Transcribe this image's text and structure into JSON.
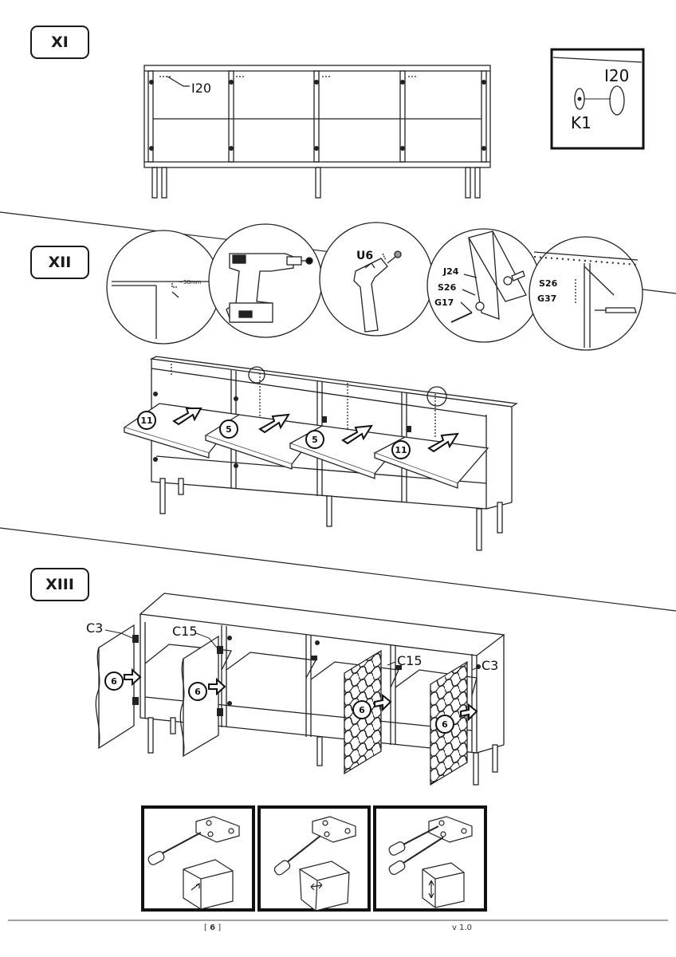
{
  "steps": {
    "xi": {
      "label": "XI",
      "callout_cabinet": "I20",
      "detail": {
        "part_top": "I20",
        "part_bottom": "K1"
      }
    },
    "xii": {
      "label": "XII",
      "detail1_measure": "~30mm",
      "detail3_part": "U6",
      "detail4_parts": [
        "J24",
        "S26",
        "G17"
      ],
      "detail5_parts": [
        "S26",
        "G37"
      ],
      "shelf_counts": [
        "11",
        "5",
        "5",
        "11"
      ]
    },
    "xiii": {
      "label": "XIII",
      "door_parts": [
        "C3",
        "C15",
        "C15",
        "C3"
      ],
      "door_counts": [
        "6",
        "6",
        "6",
        "6"
      ]
    }
  },
  "footer": {
    "page_number": "6",
    "version": "v 1.0"
  }
}
